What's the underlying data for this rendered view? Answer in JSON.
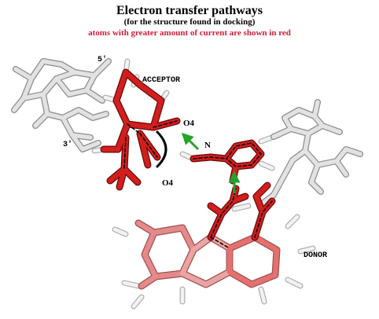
{
  "header": {
    "title": "Electron transfer pathways",
    "subtitle": "(for the structure found in docking)",
    "note": "atoms with greater amount of current are shown in red"
  },
  "labels": {
    "acceptor": "ACCEPTOR",
    "donor": "DONOR",
    "prime5": "5'",
    "prime3": "3'",
    "o4_top": "O4",
    "o4_bottom": "O4",
    "nitrogen": "N"
  },
  "colors": {
    "title_text": "#000000",
    "note_text": "#d0203a",
    "current_high": "#d21e1e",
    "current_medium": "#e48a8a",
    "current_low": "#f0c4c4",
    "neutral": "#d2d2d2",
    "arrow": "#22a52a",
    "bond_outline": "#000000"
  }
}
